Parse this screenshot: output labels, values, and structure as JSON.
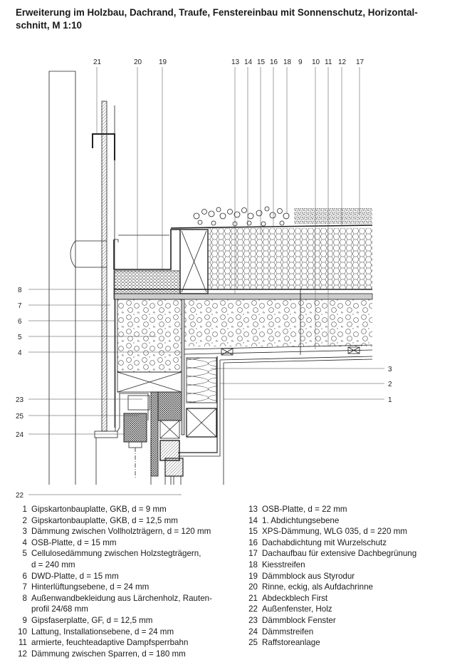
{
  "title": "Erweiterung im Holzbau, Dachrand, Traufe, Fenstereinbau mit Sonnenschutz, Horizontal-schnitt, M 1:10",
  "title_lines": [
    "Erweiterung im Holzbau, Dachrand, Traufe, Fenstereinbau mit Sonnenschutz, Horizontal-",
    "schnitt, M 1:10"
  ],
  "callouts": {
    "top": [
      "21",
      "20",
      "19",
      "13",
      "14",
      "15",
      "16",
      "18",
      "9",
      "10",
      "11",
      "12",
      "17"
    ],
    "left": [
      "8",
      "7",
      "6",
      "5",
      "4",
      "23",
      "25",
      "24",
      "22"
    ],
    "right": [
      "3",
      "2",
      "1"
    ]
  },
  "legend_left": [
    {
      "num": "1",
      "text": "Gipskartonbauplatte, GKB, d = 9 mm"
    },
    {
      "num": "2",
      "text": "Gipskartonbauplatte, GKB, d = 12,5 mm"
    },
    {
      "num": "3",
      "text": "Dämmung zwischen Vollholzträgern, d = 120 mm"
    },
    {
      "num": "4",
      "text": "OSB-Platte, d = 15 mm"
    },
    {
      "num": "5",
      "text": "Cellulosedämmung zwischen Holzstegträgern,\nd = 240 mm"
    },
    {
      "num": "6",
      "text": "DWD-Platte, d = 15 mm"
    },
    {
      "num": "7",
      "text": "Hinterlüftungsebene, d = 24 mm"
    },
    {
      "num": "8",
      "text": "Außenwandbekleidung aus Lärchenholz, Rauten-\nprofil 24/68 mm"
    },
    {
      "num": "9",
      "text": "Gipsfaserplatte, GF, d = 12,5 mm"
    },
    {
      "num": "10",
      "text": "Lattung, Installationsebene, d = 24 mm"
    },
    {
      "num": "11",
      "text": "armierte, feuchteadaptive Dampfsperrbahn"
    },
    {
      "num": "12",
      "text": "Dämmung zwischen Sparren, d = 180 mm"
    }
  ],
  "legend_right": [
    {
      "num": "13",
      "text": "OSB-Platte, d = 22 mm"
    },
    {
      "num": "14",
      "text": "1. Abdichtungsebene"
    },
    {
      "num": "15",
      "text": "XPS-Dämmung, WLG 035, d = 220 mm"
    },
    {
      "num": "16",
      "text": "Dachabdichtung mit Wurzelschutz"
    },
    {
      "num": "17",
      "text": "Dachaufbau für extensive Dachbegrünung"
    },
    {
      "num": "18",
      "text": "Kiesstreifen"
    },
    {
      "num": "19",
      "text": "Dämmblock aus Styrodur"
    },
    {
      "num": "20",
      "text": "Rinne, eckig, als Aufdachrinne"
    },
    {
      "num": "21",
      "text": "Abdeckblech First"
    },
    {
      "num": "22",
      "text": "Außenfenster, Holz"
    },
    {
      "num": "23",
      "text": "Dämmblock Fenster"
    },
    {
      "num": "24",
      "text": "Dämmstreifen"
    },
    {
      "num": "25",
      "text": "Raffstoreanlage"
    }
  ]
}
